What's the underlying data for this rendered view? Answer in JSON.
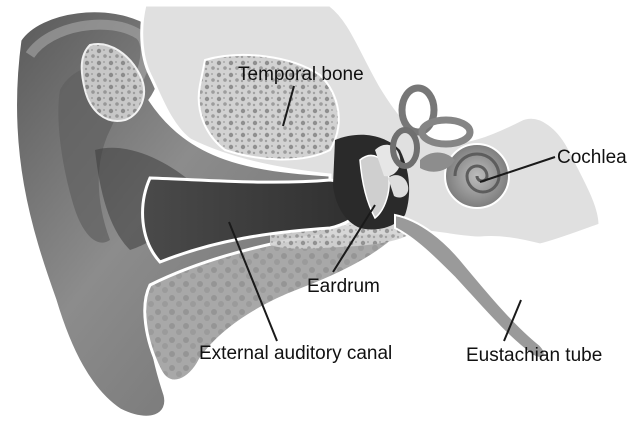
{
  "diagram": {
    "labels": {
      "temporal_bone": "Temporal bone",
      "cochlea": "Cochlea",
      "eardrum": "Eardrum",
      "external_auditory_canal": "External auditory canal",
      "eustachian_tube": "Eustachian tube"
    },
    "colors": {
      "background": "#ffffff",
      "label_text": "#111111",
      "leader_line": "#1a1a1a"
    }
  }
}
